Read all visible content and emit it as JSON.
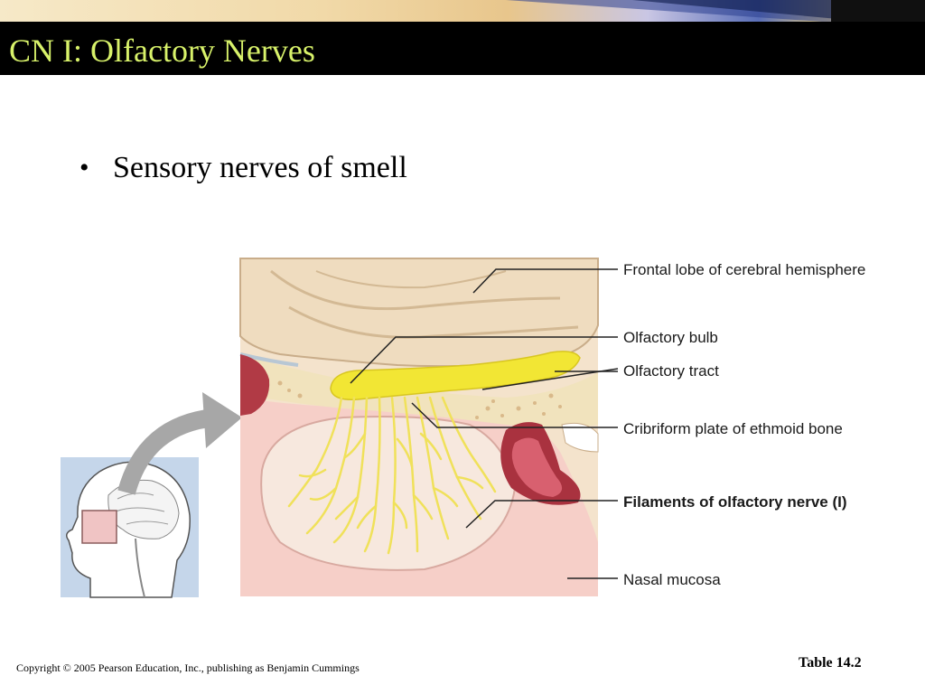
{
  "slide": {
    "title": "CN I: Olfactory Nerves",
    "bullets": [
      "Sensory nerves of smell"
    ]
  },
  "figure": {
    "labels": {
      "frontal_lobe": "Frontal lobe of cerebral hemisphere",
      "olfactory_bulb": "Olfactory bulb",
      "olfactory_tract": "Olfactory tract",
      "cribriform_plate": "Cribriform plate of ethmoid bone",
      "filaments": "Filaments of olfactory nerve (I)",
      "nasal_mucosa": "Nasal mucosa"
    }
  },
  "footer": {
    "copyright": "Copyright © 2005 Pearson Education, Inc., publishing as Benjamin Cummings",
    "table_ref": "Table 14.2"
  },
  "colors": {
    "title_bar": "#000000",
    "title_text": "#d8f26a",
    "nerve": "#f2e634",
    "brain": "#efdcbf",
    "mucosa": "#f6cfc8",
    "sinus": "#b13a45",
    "inset_bg": "#c5d6ea"
  }
}
